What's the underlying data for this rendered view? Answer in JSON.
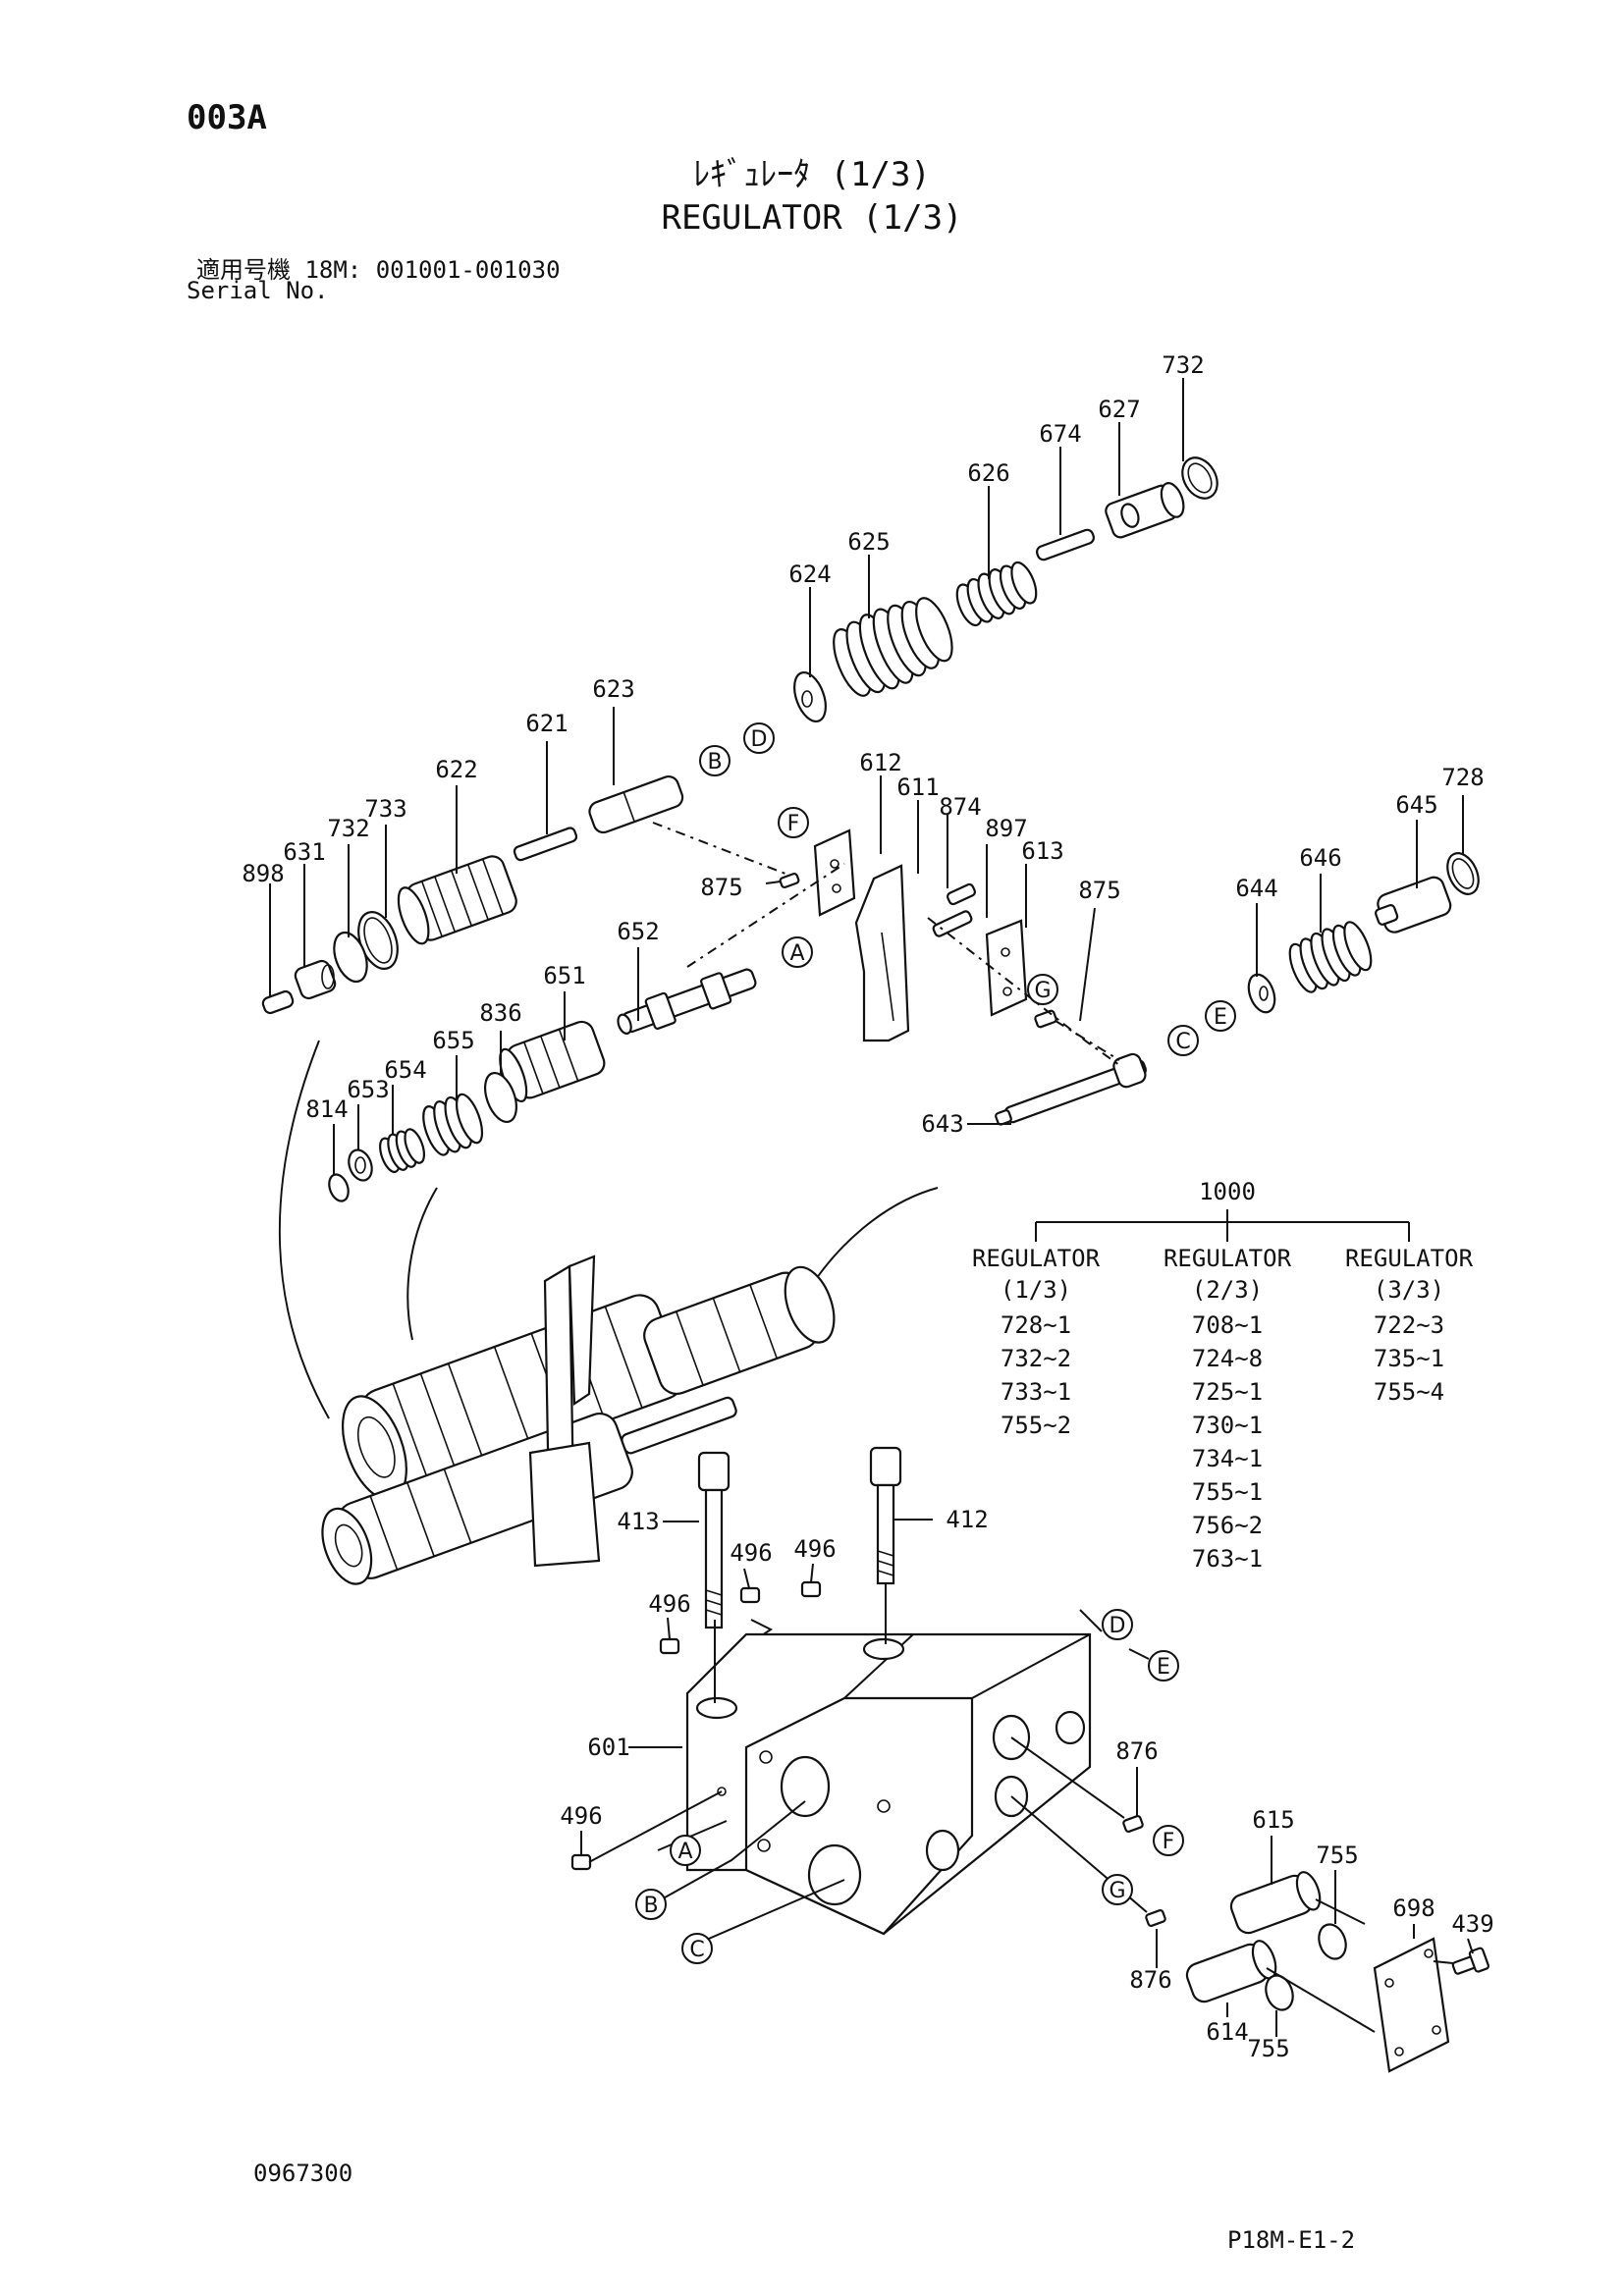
{
  "header": {
    "code": "003A",
    "title_jp": "ﾚｷﾞｭﾚｰﾀ (1/3)",
    "title_en": "REGULATOR (1/3)",
    "serial_line1": "適用号機  18M: 001001-001030",
    "serial_line2": "Serial No."
  },
  "footer": {
    "doc_no": "0967300",
    "page_no": "P18M-E1-2"
  },
  "part_labels": [
    {
      "id": "l732a",
      "text": "732"
    },
    {
      "id": "l627",
      "text": "627"
    },
    {
      "id": "l674",
      "text": "674"
    },
    {
      "id": "l626",
      "text": "626"
    },
    {
      "id": "l625",
      "text": "625"
    },
    {
      "id": "l624",
      "text": "624"
    },
    {
      "id": "l623",
      "text": "623"
    },
    {
      "id": "l621",
      "text": "621"
    },
    {
      "id": "l622",
      "text": "622"
    },
    {
      "id": "l733a",
      "text": "733"
    },
    {
      "id": "l732b",
      "text": "732"
    },
    {
      "id": "l631",
      "text": "631"
    },
    {
      "id": "l898",
      "text": "898"
    },
    {
      "id": "l612",
      "text": "612"
    },
    {
      "id": "l611",
      "text": "611"
    },
    {
      "id": "l874",
      "text": "874"
    },
    {
      "id": "l897",
      "text": "897"
    },
    {
      "id": "l613",
      "text": "613"
    },
    {
      "id": "l875a",
      "text": "875"
    },
    {
      "id": "l875b",
      "text": "875"
    },
    {
      "id": "l728",
      "text": "728"
    },
    {
      "id": "l645",
      "text": "645"
    },
    {
      "id": "l646",
      "text": "646"
    },
    {
      "id": "l644",
      "text": "644"
    },
    {
      "id": "l652",
      "text": "652"
    },
    {
      "id": "l651",
      "text": "651"
    },
    {
      "id": "l836",
      "text": "836"
    },
    {
      "id": "l655",
      "text": "655"
    },
    {
      "id": "l654",
      "text": "654"
    },
    {
      "id": "l653",
      "text": "653"
    },
    {
      "id": "l814",
      "text": "814"
    },
    {
      "id": "l643",
      "text": "643"
    },
    {
      "id": "l413",
      "text": "413"
    },
    {
      "id": "l412",
      "text": "412"
    },
    {
      "id": "l496a",
      "text": "496"
    },
    {
      "id": "l496b",
      "text": "496"
    },
    {
      "id": "l496c",
      "text": "496"
    },
    {
      "id": "l496d",
      "text": "496"
    },
    {
      "id": "l601",
      "text": "601"
    },
    {
      "id": "l876a",
      "text": "876"
    },
    {
      "id": "l876b",
      "text": "876"
    },
    {
      "id": "l615",
      "text": "615"
    },
    {
      "id": "l614",
      "text": "614"
    },
    {
      "id": "l755a",
      "text": "755"
    },
    {
      "id": "l755b",
      "text": "755"
    },
    {
      "id": "l698",
      "text": "698"
    },
    {
      "id": "l439",
      "text": "439"
    }
  ],
  "circle_markers": [
    "A",
    "B",
    "C",
    "D",
    "E",
    "F",
    "G"
  ],
  "kit": {
    "number": "1000",
    "columns": [
      {
        "name": "REGULATOR",
        "sub": "(1/3)",
        "items": [
          "728~1",
          "732~2",
          "733~1",
          "755~2"
        ]
      },
      {
        "name": "REGULATOR",
        "sub": "(2/3)",
        "items": [
          "708~1",
          "724~8",
          "725~1",
          "730~1",
          "734~1",
          "755~1",
          "756~2",
          "763~1"
        ]
      },
      {
        "name": "REGULATOR",
        "sub": "(3/3)",
        "items": [
          "722~3",
          "735~1",
          "755~4"
        ]
      }
    ]
  }
}
